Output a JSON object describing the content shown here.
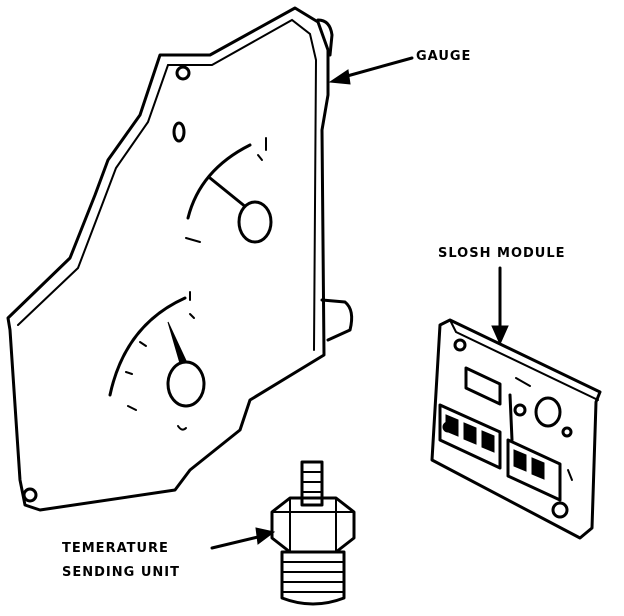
{
  "labels": {
    "gauge": "GAUGE",
    "slosh_module": "SLOSH MODULE",
    "temp_line1": "TEMERATURE",
    "temp_line2": "SENDING UNIT"
  },
  "icons": [
    "gauge-cluster",
    "slosh-module-board",
    "temperature-sending-unit"
  ]
}
